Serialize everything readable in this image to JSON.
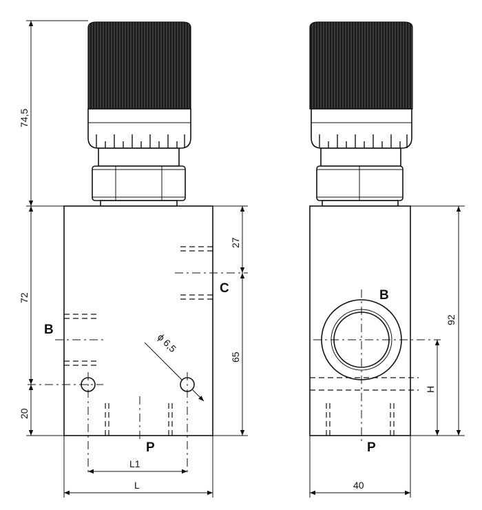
{
  "dimensions": {
    "height_top": "74,5",
    "height_body": "72",
    "height_bottom": "20",
    "right_27": "27",
    "right_65": "65",
    "hole_diameter": "ϕ 6,5",
    "width_l1": "L1",
    "width_l": "L",
    "side_height": "92",
    "side_h": "H",
    "side_width": "40"
  },
  "ports": {
    "front_b": "B",
    "front_c": "C",
    "front_p": "P",
    "side_b": "B",
    "side_p": "P"
  }
}
